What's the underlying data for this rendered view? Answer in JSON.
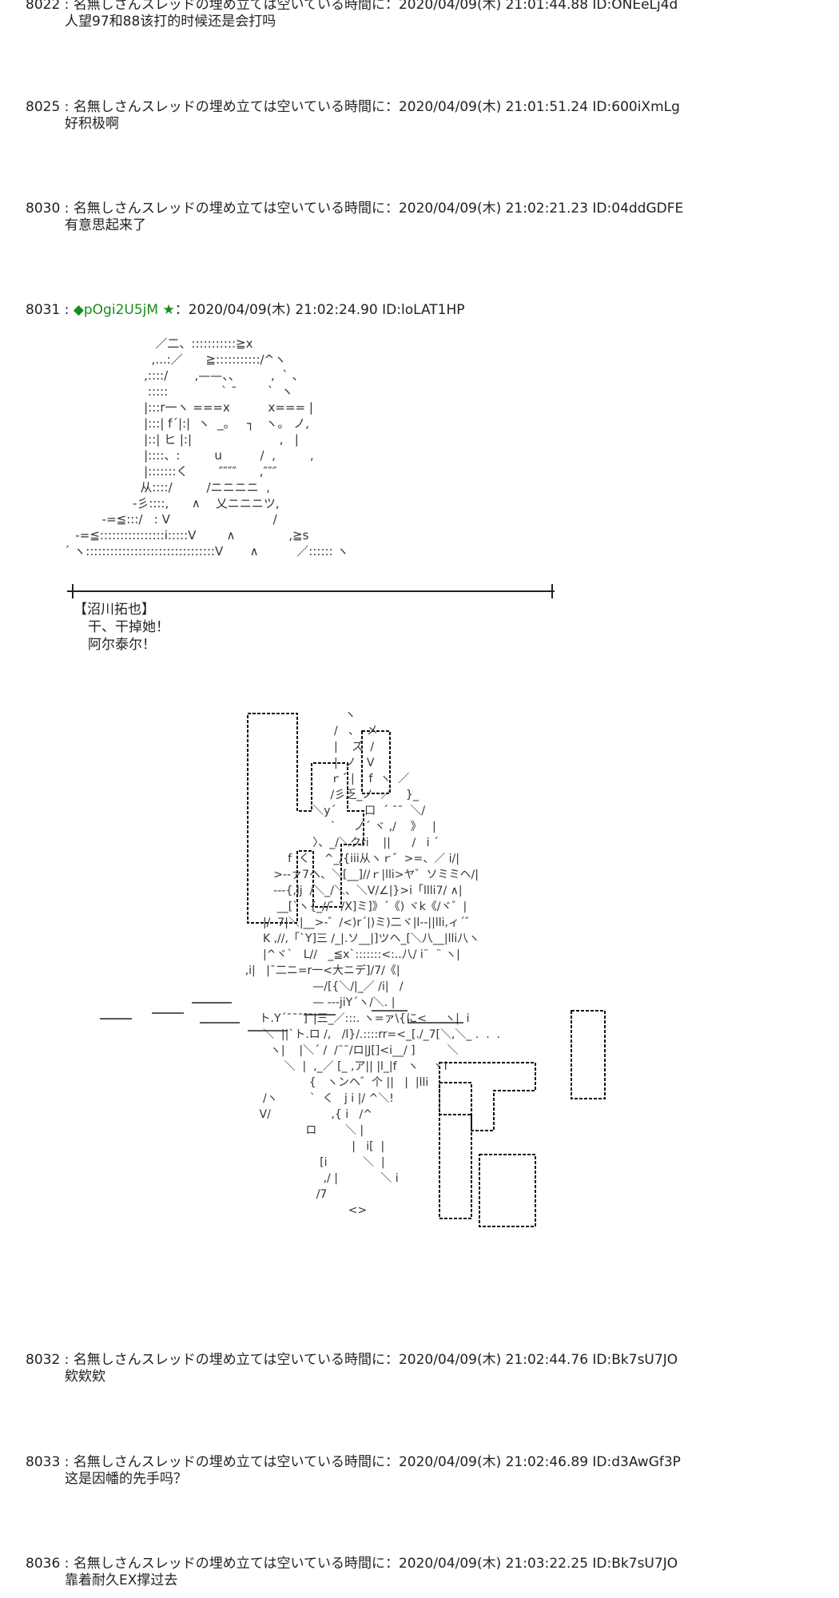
{
  "posts": [
    {
      "num": "8022",
      "name": "名無しさんスレッドの埋め立ては空いている時間に",
      "datetime": "2020/04/09(木) 21:01:44.88",
      "id": "ID:ONEeLj4d",
      "body": "人望97和88该打的时候还是会打吗"
    },
    {
      "num": "8025",
      "name": "名無しさんスレッドの埋め立ては空いている時間に",
      "datetime": "2020/04/09(木) 21:01:51.24",
      "id": "ID:600iXmLg",
      "body": "好积极啊"
    },
    {
      "num": "8030",
      "name": "名無しさんスレッドの埋め立ては空いている時間に",
      "datetime": "2020/04/09(木) 21:02:21.23",
      "id": "ID:04ddGDFE",
      "body": "有意思起来了"
    },
    {
      "num": "8031",
      "trip": "◆pOgi2U5jM ★",
      "datetime": "2020/04/09(木) 21:02:24.90",
      "id": "ID:loLAT1HP"
    },
    {
      "num": "8032",
      "name": "名無しさんスレッドの埋め立ては空いている時間に",
      "datetime": "2020/04/09(木) 21:02:44.76",
      "id": "ID:Bk7sU7JO",
      "body": "欸欸欸"
    },
    {
      "num": "8033",
      "name": "名無しさんスレッドの埋め立ては空いている時間に",
      "datetime": "2020/04/09(木) 21:02:46.89",
      "id": "ID:d3AwGf3P",
      "body": "这是因幡的先手吗？"
    },
    {
      "num": "8036",
      "name": "名無しさんスレッドの埋め立ては空いている時間に",
      "datetime": "2020/04/09(木) 21:03:22.25",
      "id": "ID:Bk7sU7JO",
      "body": "靠着耐久EX撑过去"
    }
  ],
  "separator": " : ",
  "colon": "：",
  "dialogue": {
    "speaker": "【沼川拓也】",
    "line1": "干、干掉她！",
    "line2": "阿尔泰尔！"
  },
  "ascii_art_1": "                        ／二、:::::::::::≧x\n                       ,...:／      ≧:::::::::::/^ヽ\n                     ,::::/       ,——、、        ,  ` 、\n                      :::::              ` ¯        `  ヽ\n                     |:::r一ヽ ===x          x=== |\n                     |:::| f´|:|  ヽ  _。   ┐   ヽ。 ノ,\n                     |::| ヒ |:|                       ,   |\n                     |::::、:         u          /  ,         ,\n                     |:::::::く        ″″″″      ,″″″\n                    从::::/         /ニニニニ  ,\n                  -彡::::,      ∧    乂ニニニツ,\n          -=≦:::/   : V                           /\n   -=≦::::::::::::::::i:::::V        ∧              ,≧s\n´ ヽ::::::::::::::::::::::::::::::::V       ∧          ／:::::: ヽ",
  "ascii_art_2": "                                  ヽ\n                               /   、  メ\n                               |    ズ  /\n                               |  ノ   V\n                              ｒ´ |    f  ヽ  ／\n                              /彡乏_ノ  ／    }_\n                         ＼y´        口  ´ ¯¯  ＼/\n                              `     ノ´ ヾ ,/    》   |\n                         〉、_/＼クri    ||      /   i ´\n                  f  く    ^_/{iii从ヽｒ゛>=、／ i/|\n              >--ァ7ヘ、＼[__]//ｒ|lli>ヤ゛ソミミヘ/|\n              ---{,lj  /＼_/＼、＼V/∠|}>i「llli7/ ∧|\n               __[`ヽ{_//゛/X]ミ]》´《) ヾk《/ヾ゛|\n           |/  7|＼|__>-゛/<)r´|)ミ)二ヾ|l--||lli,ィ´゛\n           K ,//,「`Y]三 /_|.ソ__|]ツヘ_[＼八__|lli八ヽ\n           |^ヾ`   L//   _≦x`:::::::<:..八/ i¨  ¨ ヽ|\n      ,i|   |¯二ニ=r一<大ニデ]/7/《|\n                         —/[{＼/|_／ /i|   /\n                         — ---jiY´ヽ/＼. |\n          ト.Y´¯¯¯]¯|三_／:::. ヽ=ァ\\{に<     ヽ|  i\n           ＼  ||`ト.ロ /,   /l}/.::::rr=<_[./_7[＼,＼_ .  .  .\n             ヽ|    |＼´ /  /¯¯/ロ|J[]<i__/ ]         ＼\n                 ＼  |  ,_／ [_ ,ア|| |l_|f   ヽ    ヾi\n                        {   ヽンヘ゛个 ||   |  |lli\n           /ヽ         `  く   j i |/ ^＼!\n          V/                 ,{ i   /^\n                       ロ        ＼ |\n                                    |   i[  |\n                           [i          ＼  |\n                            ,/ |            ＼ i\n                          /7\n                                   <>"
}
